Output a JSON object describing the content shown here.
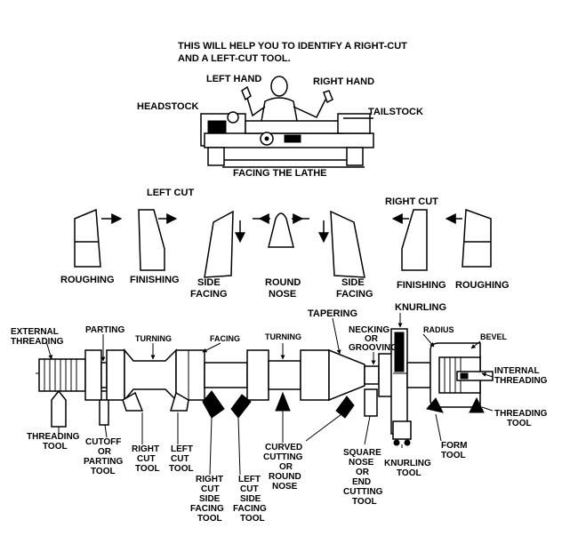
{
  "header": {
    "line1": "THIS WILL HELP YOU TO IDENTIFY A RIGHT-CUT",
    "line2": "AND A LEFT-CUT TOOL."
  },
  "lathe_view": {
    "left_hand": "LEFT HAND",
    "right_hand": "RIGHT HAND",
    "headstock": "HEADSTOCK",
    "tailstock": "TAILSTOCK",
    "facing": "FACING THE LATHE"
  },
  "tool_shapes": {
    "left_cut": "LEFT CUT",
    "right_cut": "RIGHT CUT",
    "roughing": "ROUGHING",
    "finishing": "FINISHING",
    "side_facing": [
      "SIDE",
      "FACING"
    ],
    "round_nose": [
      "ROUND",
      "NOSE"
    ]
  },
  "workpiece": {
    "external_threading": [
      "EXTERNAL",
      "THREADING"
    ],
    "parting": "PARTING",
    "turning": "TURNING",
    "facing": "FACING",
    "tapering": "TAPERING",
    "necking": [
      "NECKING",
      "OR",
      "GROOVING"
    ],
    "knurling": "KNURLING",
    "radius": "RADIUS",
    "bevel": "BEVEL",
    "internal_threading": [
      "INTERNAL",
      "THREADING"
    ]
  },
  "tools": {
    "threading_tool": [
      "THREADING",
      "TOOL"
    ],
    "cutoff_tool": [
      "CUTOFF",
      "OR",
      "PARTING",
      "TOOL"
    ],
    "right_cut_tool": [
      "RIGHT",
      "CUT",
      "TOOL"
    ],
    "left_cut_tool": [
      "LEFT",
      "CUT",
      "TOOL"
    ],
    "right_side_facing": [
      "RIGHT",
      "CUT",
      "SIDE",
      "FACING",
      "TOOL"
    ],
    "left_side_facing": [
      "LEFT",
      "CUT",
      "SIDE",
      "FACING",
      "TOOL"
    ],
    "curved_cutting": [
      "CURVED",
      "CUTTING",
      "OR",
      "ROUND",
      "NOSE"
    ],
    "square_nose": [
      "SQUARE",
      "NOSE",
      "OR",
      "END",
      "CUTTING",
      "TOOL"
    ],
    "knurling_tool": [
      "KNURLING",
      "TOOL"
    ],
    "form_tool": [
      "FORM",
      "TOOL"
    ],
    "threading_tool_right": [
      "THREADING",
      "TOOL"
    ]
  }
}
